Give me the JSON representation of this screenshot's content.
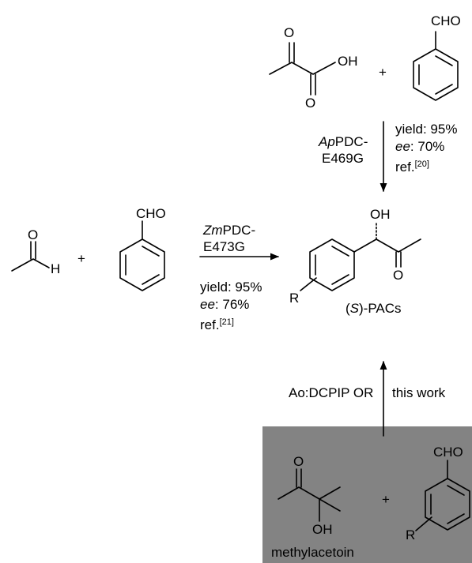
{
  "colors": {
    "panel": "#838383",
    "ink": "#000000"
  },
  "top_reaction": {
    "pyruvate_o_top": "O",
    "pyruvate_oh": "OH",
    "pyruvate_o_bottom": "O",
    "plus": "+",
    "benzaldehyde_cho": "CHO",
    "enzyme_italic": "Ap",
    "enzyme_rest": "PDC-",
    "enzyme_mutant": "E469G",
    "yield": "yield: 95%",
    "ee_label": "ee",
    "ee_value": ": 70%",
    "ref_text": "ref.",
    "ref_num": "[20]"
  },
  "left_reaction": {
    "acetaldehyde_o": "O",
    "acetaldehyde_h": "H",
    "plus": "+",
    "benzaldehyde_cho": "CHO",
    "enzyme_italic": "Zm",
    "enzyme_rest": "PDC-",
    "enzyme_mutant": "E473G",
    "yield": "yield: 95%",
    "ee_label": "ee",
    "ee_value": ": 76%",
    "ref_text": "ref.",
    "ref_num": "[21]"
  },
  "product": {
    "oh": "OH",
    "o": "O",
    "r": "R",
    "name_open": "(",
    "name_s": "S",
    "name_rest": ")-PACs"
  },
  "bottom_reaction": {
    "catalyst": "Ao:DCPIP OR",
    "note": "this work",
    "methylacetoin_o": "O",
    "methylacetoin_oh": "OH",
    "plus": "+",
    "benzaldehyde_cho": "CHO",
    "r": "R",
    "substrate_name": "methylacetoin"
  }
}
